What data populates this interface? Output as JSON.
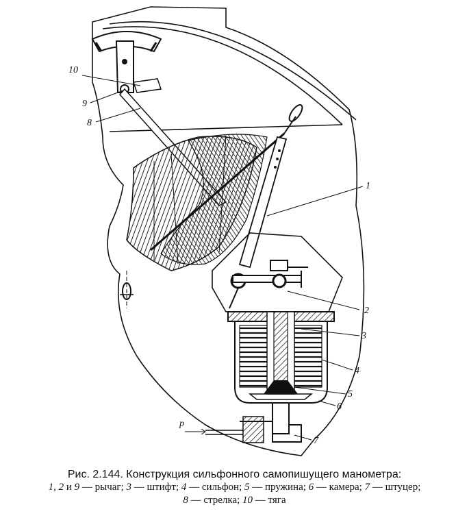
{
  "figure": {
    "labels": {
      "l1": "1",
      "l2": "2",
      "l3": "3",
      "l4": "4",
      "l5": "5",
      "l6": "6",
      "l7": "7",
      "l8": "8",
      "l9": "9",
      "l10": "10",
      "p": "p"
    }
  },
  "caption": {
    "title": "Рис. 2.144. Конструкция сильфонного самопишущего манометра:",
    "line2": {
      "n1": "1, 2",
      "t1": " и ",
      "n2": "9",
      "t2": " — рычаг; ",
      "n3": "3",
      "t3": " — штифт; ",
      "n4": "4",
      "t4": " — сильфон; ",
      "n5": "5",
      "t5": " — пружина; ",
      "n6": "6",
      "t6": " — камера; ",
      "n7": "7",
      "t7": " — штуцер;"
    },
    "line3": {
      "n8": "8",
      "t8": " — стрелка; ",
      "n10": "10",
      "t10": " — тяга"
    }
  }
}
